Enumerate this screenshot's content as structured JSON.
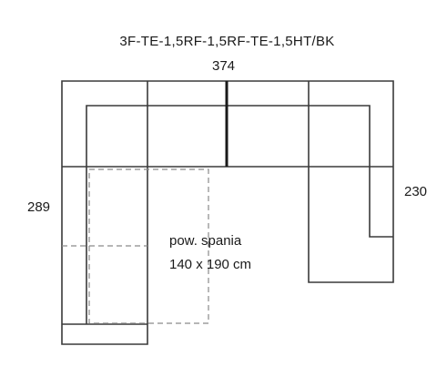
{
  "model_code": "3F-TE-1,5RF-1,5RF-TE-1,5HT/BK",
  "dimensions": {
    "width": "374",
    "depth_left": "289",
    "depth_right": "230"
  },
  "sleeping_area": {
    "label": "pow. spania",
    "size": "140 x 190 cm"
  },
  "colors": {
    "outline": "#3a3a3a",
    "divider": "#1a1a1a",
    "dashed": "#8a8a8a"
  }
}
